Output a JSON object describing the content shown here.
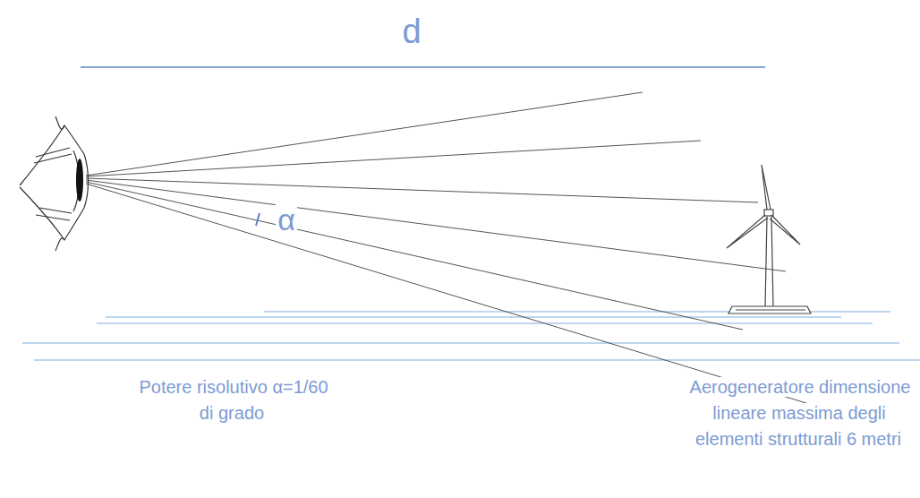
{
  "diagram": {
    "labels": [
      "d",
      "α",
      "Potere risolutivo α=1/60 di grado",
      "Aerogeneratore dimensione lineare massima degli elementi strutturali 6 metri"
    ]
  }
}
